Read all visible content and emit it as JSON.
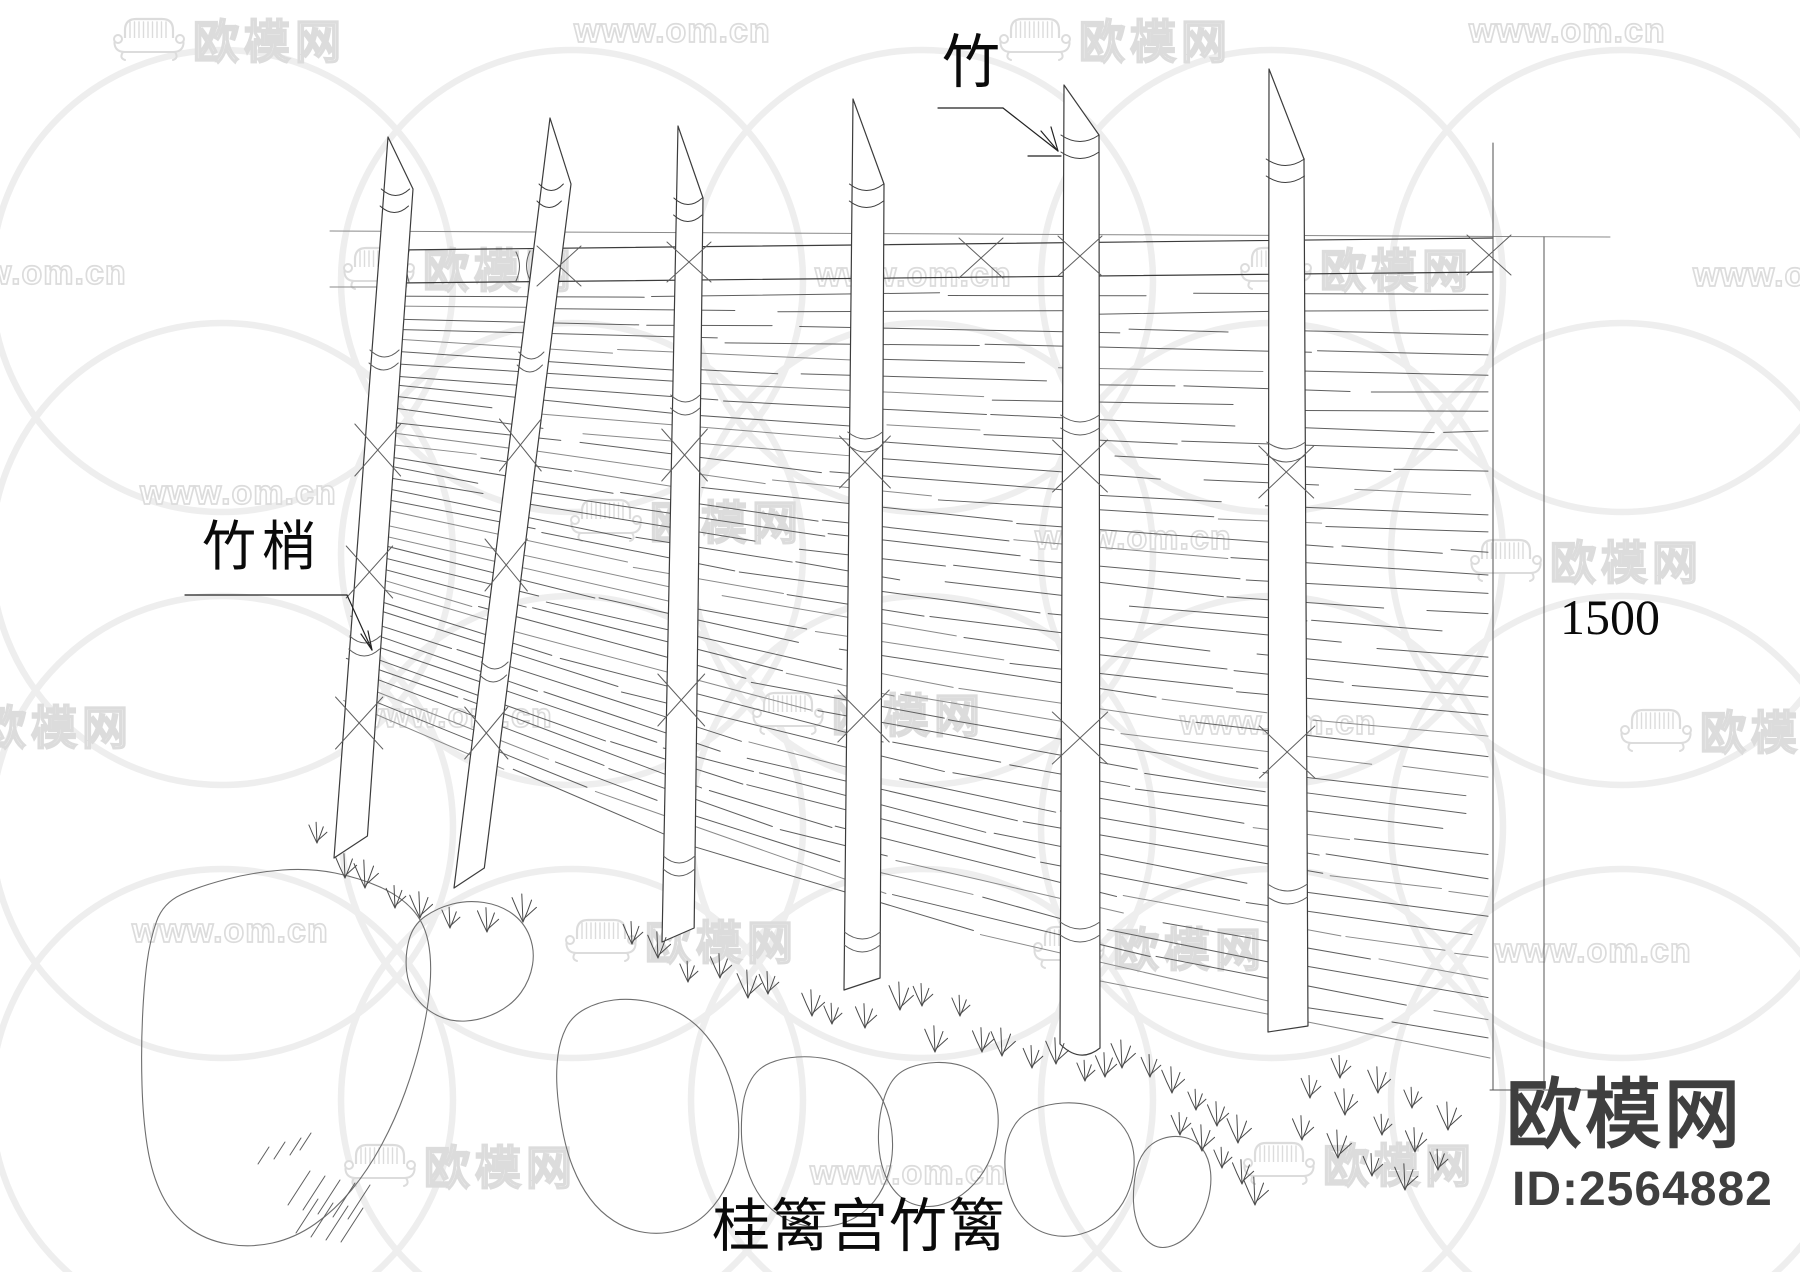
{
  "annotations": {
    "bamboo_label": "竹",
    "bamboo_tip_label": "竹梢"
  },
  "dimension": {
    "height_value": "1500"
  },
  "drawing_title": {
    "text": "桂篱宫竹篱"
  },
  "watermark": {
    "url_text": "www.om.cn",
    "site_text": "欧模网",
    "icon": "sofa-icon",
    "color": "#dcdcdc"
  },
  "logo": {
    "site_name": "欧模网",
    "item_id": "ID:2564882",
    "color": "#3f3f3f"
  },
  "colors": {
    "line_dark": "#3c3c3c",
    "line_mid": "#5f5f5f",
    "line_light": "#8a8a8a",
    "arc_faint": "#eeeeee"
  }
}
